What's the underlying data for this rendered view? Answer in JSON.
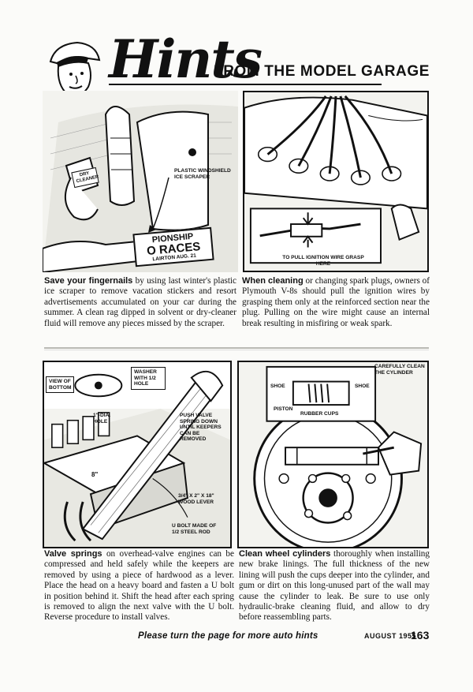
{
  "header": {
    "title": "Hints",
    "subtitle": "FROM THE MODEL GARAGE"
  },
  "hints": [
    {
      "lead": "Save your fingernails",
      "body": " by using last winter's plastic ice scraper to remove vacation stickers and resort advertisements accumulated on your car during the summer. A clean rag dipped in solvent or dry-cleaner fluid will remove any pieces missed by the scraper.",
      "labels": [
        "PLASTIC WINDSHIELD ICE SCRAPER"
      ],
      "can_label": "DRY CLEANER",
      "sign": {
        "line1": "PIONSHIP",
        "line2": "O RACES",
        "line3": "LAIRTON AUG. 21"
      }
    },
    {
      "lead": "When cleaning",
      "body": " or changing spark plugs, owners of Plymouth V-8s should pull the ignition wires by grasping them only at the reinforced section near the plug. Pulling on the wire might cause an internal break resulting in misfiring or weak spark.",
      "labels": [
        "TO PULL IGNITION WIRE GRASP HERE"
      ]
    },
    {
      "lead": "Valve springs",
      "body": " on overhead-valve engines can be compressed and held safely while the keepers are removed by using a piece of hardwood as a lever. Place the head on a heavy board and fasten a U bolt in position behind it. Shift the head after each spring is removed to align the next valve with the U bolt. Reverse procedure to install valves.",
      "labels": [
        "VIEW OF BOTTOM",
        "WASHER WITH 1/2 HOLE",
        "1\"-DIA. HOLE",
        "PUSH VALVE SPRING DOWN UNTIL KEEPERS CAN BE REMOVED",
        "3/4\" x 2\" x 18\" WOOD LEVER",
        "U BOLT MADE OF 1/2 STEEL ROD"
      ],
      "dim": "8\""
    },
    {
      "lead": "Clean wheel cylinders",
      "body": " thoroughly when installing new brake linings. The full thickness of the new lining will push the cups deeper into the cylinder, and gum or dirt on this long-unused part of the wall may cause the cylinder to leak. Be sure to use only hydraulic-brake cleaning fluid, and allow to dry before reassembling parts.",
      "labels": [
        "CAREFULLY CLEAN THE CYLINDER",
        "SHOE",
        "SHOE",
        "PISTON",
        "RUBBER CUPS"
      ]
    }
  ],
  "footer": {
    "note": "Please turn the page for more auto hints",
    "issue": "AUGUST 1955",
    "page": "163"
  }
}
